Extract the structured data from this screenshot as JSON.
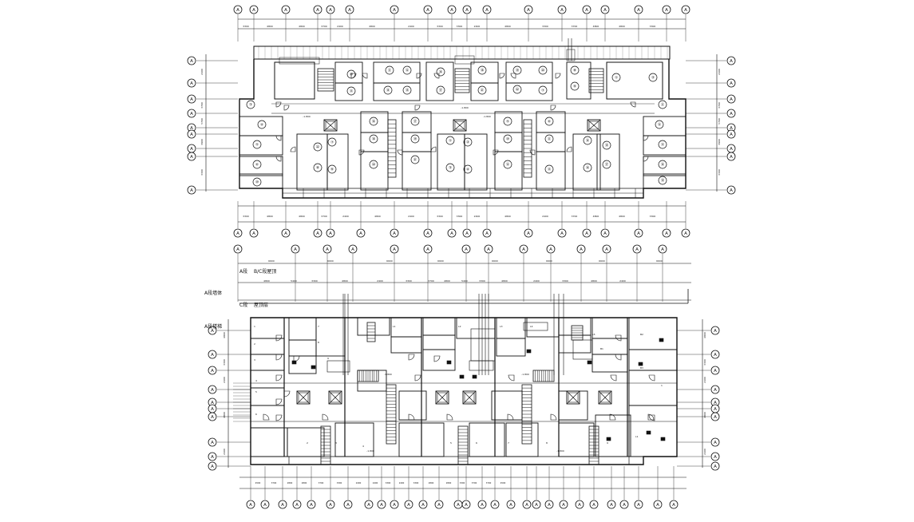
{
  "colors": {
    "background": "#ffffff",
    "line": "#111111",
    "faint": "#555555"
  },
  "axis_bubble_letter": "A",
  "plan1": {
    "top_dims": [
      "3300",
      "4800",
      "4800",
      "3700",
      "2400",
      "4800",
      "2400",
      "3300",
      "3300",
      "2400",
      "4800",
      "3300",
      "3700",
      "4800",
      "4800",
      "3300"
    ],
    "bottom_dims": [
      "3300",
      "4800",
      "4800",
      "3700",
      "2400",
      "4800",
      "2400",
      "3300",
      "3300",
      "2400",
      "4800",
      "2400",
      "3700",
      "4800",
      "4800",
      "3300"
    ],
    "room_numbers": [
      "⑩",
      "⑪",
      "⑫",
      "⑬",
      "⑭",
      "⑮",
      "⑯",
      "⑰",
      "⑱",
      "⑲",
      "⑳",
      "㉑",
      "㉒",
      "⑦",
      "⑧",
      "⑨",
      "①",
      "②",
      "③",
      "④",
      "⑤",
      "⑥"
    ],
    "level_marks": [
      "-1.800",
      "-1.800",
      "-1.800"
    ],
    "left_dims": [
      "2400",
      "3700",
      "5700",
      "3900",
      "3300"
    ],
    "right_dims": [
      "2400",
      "3700",
      "5700",
      "3900",
      "3300"
    ]
  },
  "plan2": {
    "label_a": "A段",
    "label_a_text": "B/C段屋顶",
    "label_b": "C段",
    "label_b_text": "屋顶层",
    "label_c": "A段墙体",
    "label_d": "A段楼梯",
    "top_dims_1": [
      "6600",
      "6600",
      "6600",
      "6600",
      "6600",
      "6600",
      "6600",
      "6600"
    ],
    "top_dims_2": [
      "4800",
      "5400",
      "3300",
      "4800",
      "2400",
      "3300",
      "3700",
      "4800",
      "5400",
      "3300",
      "4800",
      "2400",
      "3300",
      "4800",
      "2400"
    ],
    "bottom_dims": [
      "4500",
      "3700",
      "2800",
      "2800",
      "3700",
      "3300",
      "2400",
      "2400",
      "3300",
      "2400",
      "3300",
      "2800",
      "2800",
      "3300",
      "3700",
      "3700",
      "4500"
    ],
    "level_marks": [
      "-1.800",
      "-1.800",
      "-1.800",
      "-1.800"
    ],
    "right_dims": [
      "4800",
      "3300",
      "2400",
      "4800",
      "2400"
    ],
    "left_dims": [
      "4800",
      "3300",
      "2400",
      "4800",
      "2400"
    ]
  }
}
